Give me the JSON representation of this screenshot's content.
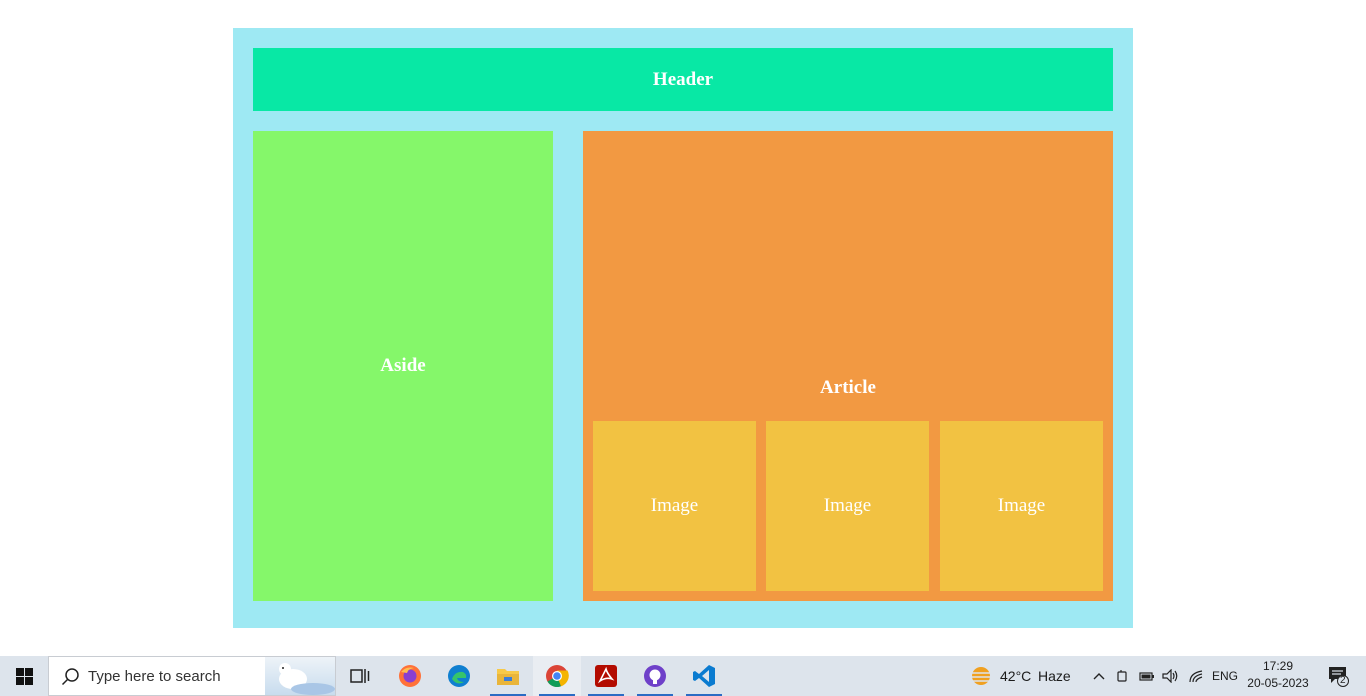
{
  "layout": {
    "header_label": "Header",
    "aside_label": "Aside",
    "article_label": "Article",
    "images": [
      "Image",
      "Image",
      "Image"
    ]
  },
  "colors": {
    "container": "#9ee9f3",
    "header": "#08e8a5",
    "aside": "#85f76a",
    "article": "#f29942",
    "image": "#f2c242"
  },
  "taskbar": {
    "search_placeholder": "Type here to search",
    "apps": [
      "task-view-icon",
      "firefox-icon",
      "edge-icon",
      "file-explorer-icon",
      "chrome-icon",
      "acrobat-icon",
      "github-desktop-icon",
      "vscode-icon"
    ],
    "weather_temp": "42°C",
    "weather_desc": "Haze",
    "language": "ENG",
    "time": "17:29",
    "date": "20-05-2023",
    "notification_count": "2"
  }
}
